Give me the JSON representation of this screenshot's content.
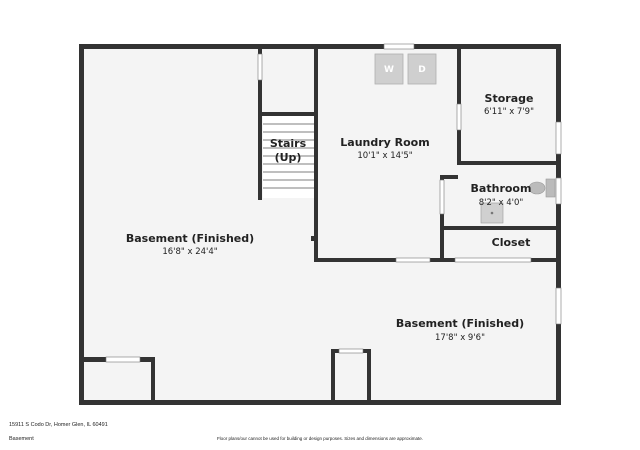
{
  "rooms": {
    "basement_left": {
      "name": "Basement (Finished)",
      "dims": "16'8\" x 24'4\""
    },
    "basement_bottom": {
      "name": "Basement (Finished)",
      "dims": "17'8\" x 9'6\""
    },
    "laundry": {
      "name": "Laundry Room",
      "dims": "10'1\" x 14'5\""
    },
    "storage": {
      "name": "Storage",
      "dims": "6'11\" x 7'9\""
    },
    "bathroom": {
      "name": "Bathroom",
      "dims": "8'2\" x 4'0\""
    },
    "closet": {
      "name": "Closet"
    },
    "stairs": {
      "line1": "Stairs",
      "line2": "(Up)"
    }
  },
  "appliances": {
    "washer": "W",
    "dryer": "D"
  },
  "footer": {
    "address": "15911 S Codo Dr, Homer Glen, IL 60491",
    "level": "Basement",
    "disclaimer": "Floor plans/our cannot be used for building or design purposes. Sizes and dimensions are approximate."
  },
  "colors": {
    "wall": "#333333",
    "floor": "#f4f4f4",
    "fixture": "#bbbbbb",
    "window": "#ffffff"
  }
}
